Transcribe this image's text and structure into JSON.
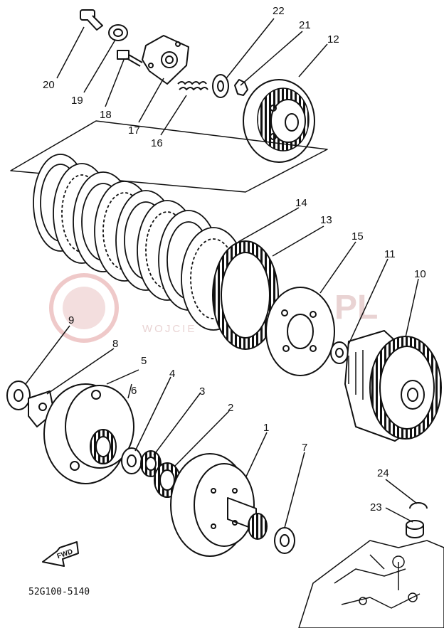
{
  "diagram": {
    "code": "52G100-5140",
    "fwd_label": "FWD",
    "watermark": {
      "line1": "PL",
      "line2": "WOJCIE"
    },
    "callouts": [
      {
        "id": "1",
        "text": "1"
      },
      {
        "id": "2",
        "text": "2"
      },
      {
        "id": "3",
        "text": "3"
      },
      {
        "id": "4",
        "text": "4"
      },
      {
        "id": "5",
        "text": "5"
      },
      {
        "id": "6",
        "text": "6"
      },
      {
        "id": "7",
        "text": "7"
      },
      {
        "id": "8",
        "text": "8"
      },
      {
        "id": "9",
        "text": "9"
      },
      {
        "id": "10",
        "text": "10"
      },
      {
        "id": "11",
        "text": "11"
      },
      {
        "id": "12",
        "text": "12"
      },
      {
        "id": "13",
        "text": "13"
      },
      {
        "id": "14",
        "text": "14"
      },
      {
        "id": "15",
        "text": "15"
      },
      {
        "id": "16",
        "text": "16"
      },
      {
        "id": "17",
        "text": "17"
      },
      {
        "id": "18",
        "text": "18"
      },
      {
        "id": "19",
        "text": "19"
      },
      {
        "id": "20",
        "text": "20"
      },
      {
        "id": "21",
        "text": "21"
      },
      {
        "id": "22",
        "text": "22"
      },
      {
        "id": "23",
        "text": "23"
      },
      {
        "id": "24",
        "text": "24"
      }
    ],
    "colors": {
      "ink": "#111111",
      "watermark": "#e9d3d3",
      "background": "#ffffff"
    }
  }
}
